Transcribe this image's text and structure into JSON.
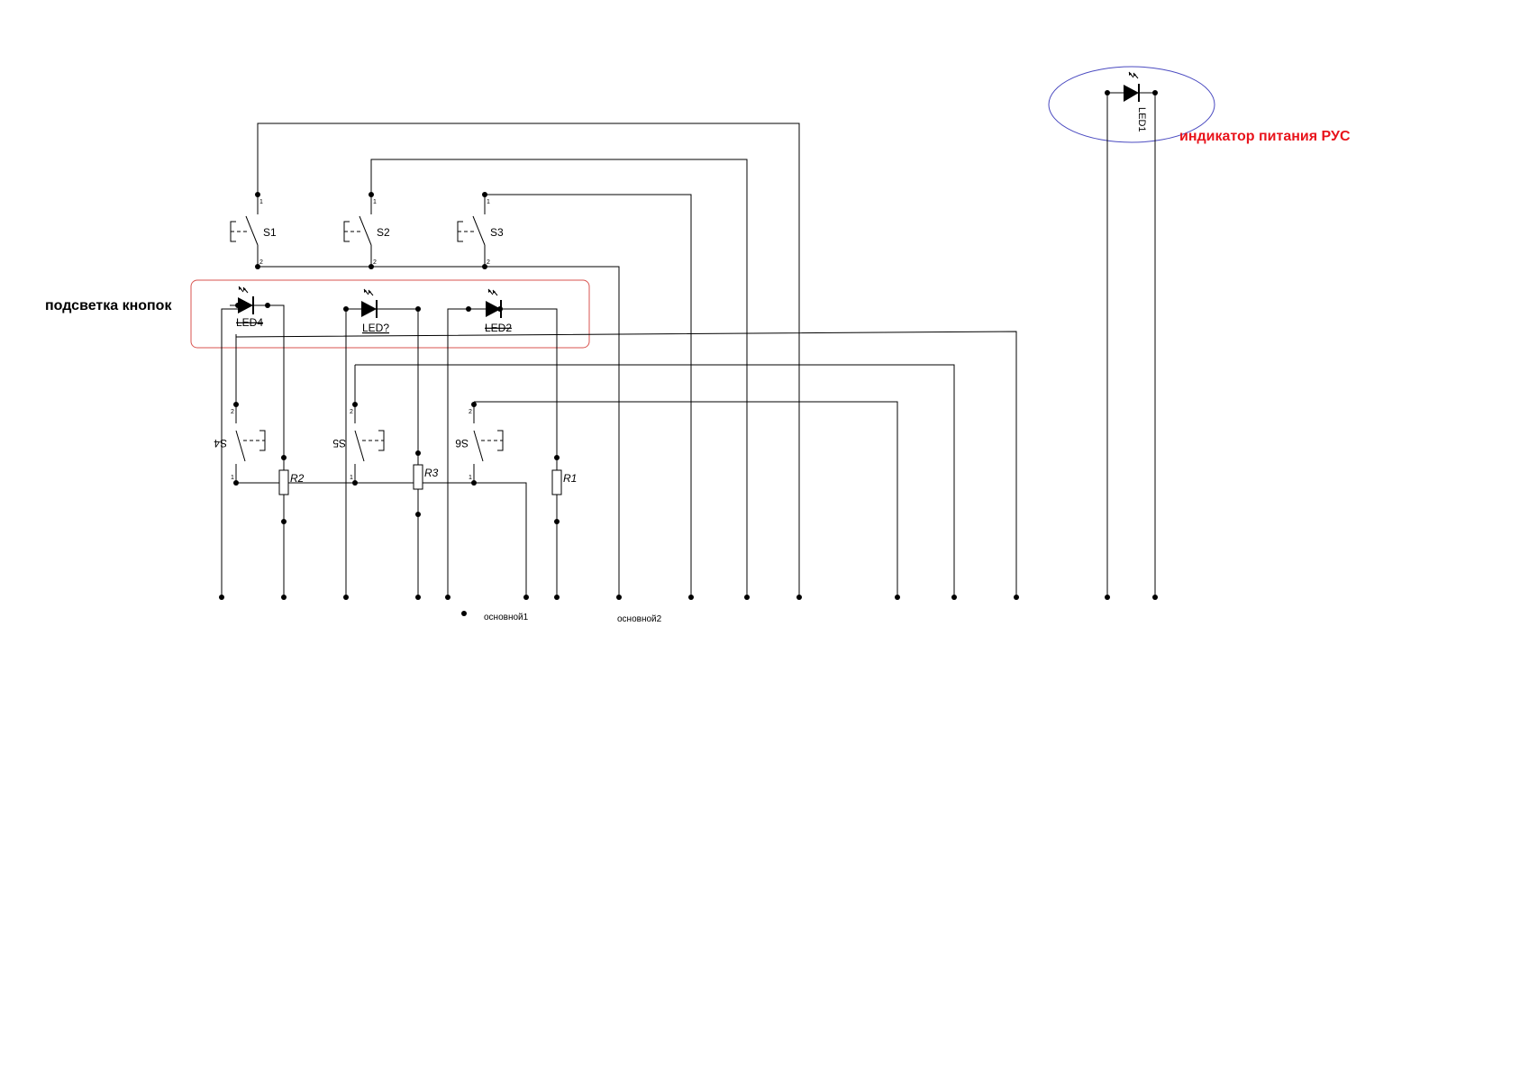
{
  "annotations": {
    "button_backlight": "подсветка кнопок",
    "power_indicator": "индикатор питания РУС"
  },
  "components": {
    "S1": "S1",
    "S2": "S2",
    "S3": "S3",
    "S4": "S4",
    "S5": "S5",
    "S6": "S6",
    "LED4": "LED4",
    "LED_mid": "LED?",
    "LED2": "LED2",
    "LED1": "LED1",
    "R1": "R1",
    "R2": "R2",
    "R3": "R3"
  },
  "pins": {
    "one": "1",
    "two": "2"
  },
  "nets": {
    "main1": "основной1",
    "main2": "основной2"
  },
  "colors": {
    "wire": "#000000",
    "highlight_box": "#d9534f",
    "indicator_ellipse": "#4a4ac0",
    "indicator_text": "#e8141c"
  }
}
